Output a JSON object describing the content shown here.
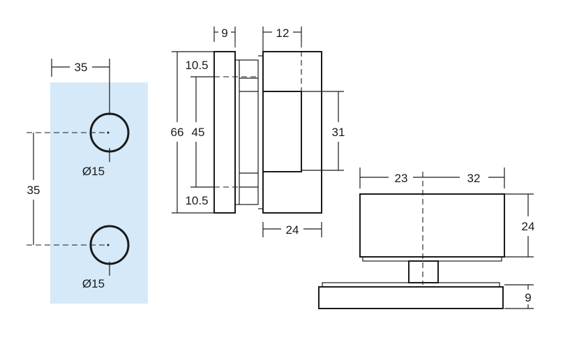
{
  "colors": {
    "glass": "#d6e9f8",
    "ink": "#1a1a1a",
    "background": "#ffffff"
  },
  "glass_view": {
    "hole_spacing_h": "35",
    "hole_spacing_v": "35",
    "hole_top_diameter": "Ø15",
    "hole_bottom_diameter": "Ø15"
  },
  "side_view": {
    "plate_thickness": "9",
    "body_thickness": "12",
    "total_height": "66",
    "inner_height": "45",
    "top_offset": "10.5",
    "bottom_offset": "10.5",
    "pocket_height": "31",
    "body_depth": "24"
  },
  "top_view": {
    "left_width": "23",
    "right_width": "32",
    "body_height": "24",
    "base_height": "9"
  }
}
